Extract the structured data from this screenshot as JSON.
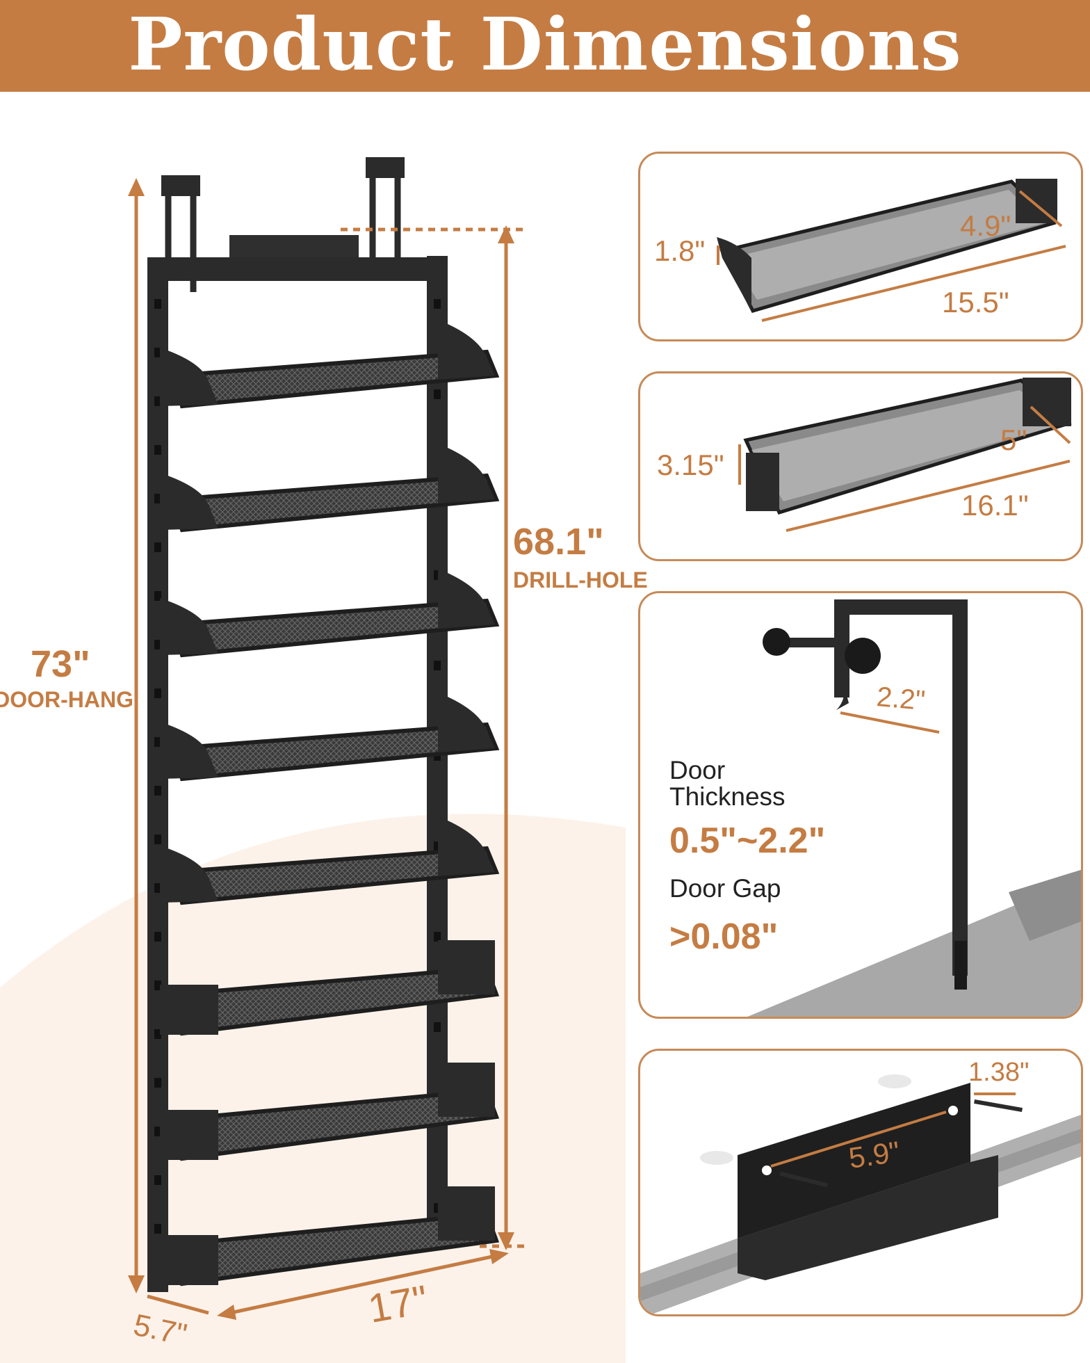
{
  "title": "Product Dimensions",
  "rack": {
    "door_hang_value": "73\"",
    "door_hang_label": "DOOR-HANG",
    "drill_hole_value": "68.1\"",
    "drill_hole_label": "DRILL-HOLE",
    "width_value": "17\"",
    "depth_value": "5.7\""
  },
  "basket_small": {
    "height": "1.8\"",
    "depth": "4.9\"",
    "length": "15.5\""
  },
  "basket_large": {
    "height": "3.15\"",
    "depth": "5\"",
    "length": "16.1\""
  },
  "hook": {
    "hook_width": "2.2\"",
    "thickness_label_1": "Door",
    "thickness_label_2": "Thickness",
    "thickness_value": "0.5\"~2.2\"",
    "gap_label": "Door Gap",
    "gap_value": ">0.08\""
  },
  "bracket": {
    "screw_offset": "1.38\"",
    "hole_spacing": "5.9\""
  },
  "colors": {
    "accent": "#c47c43",
    "metal": "#2b2b2b",
    "frame_gray": "#9a9a9a"
  }
}
